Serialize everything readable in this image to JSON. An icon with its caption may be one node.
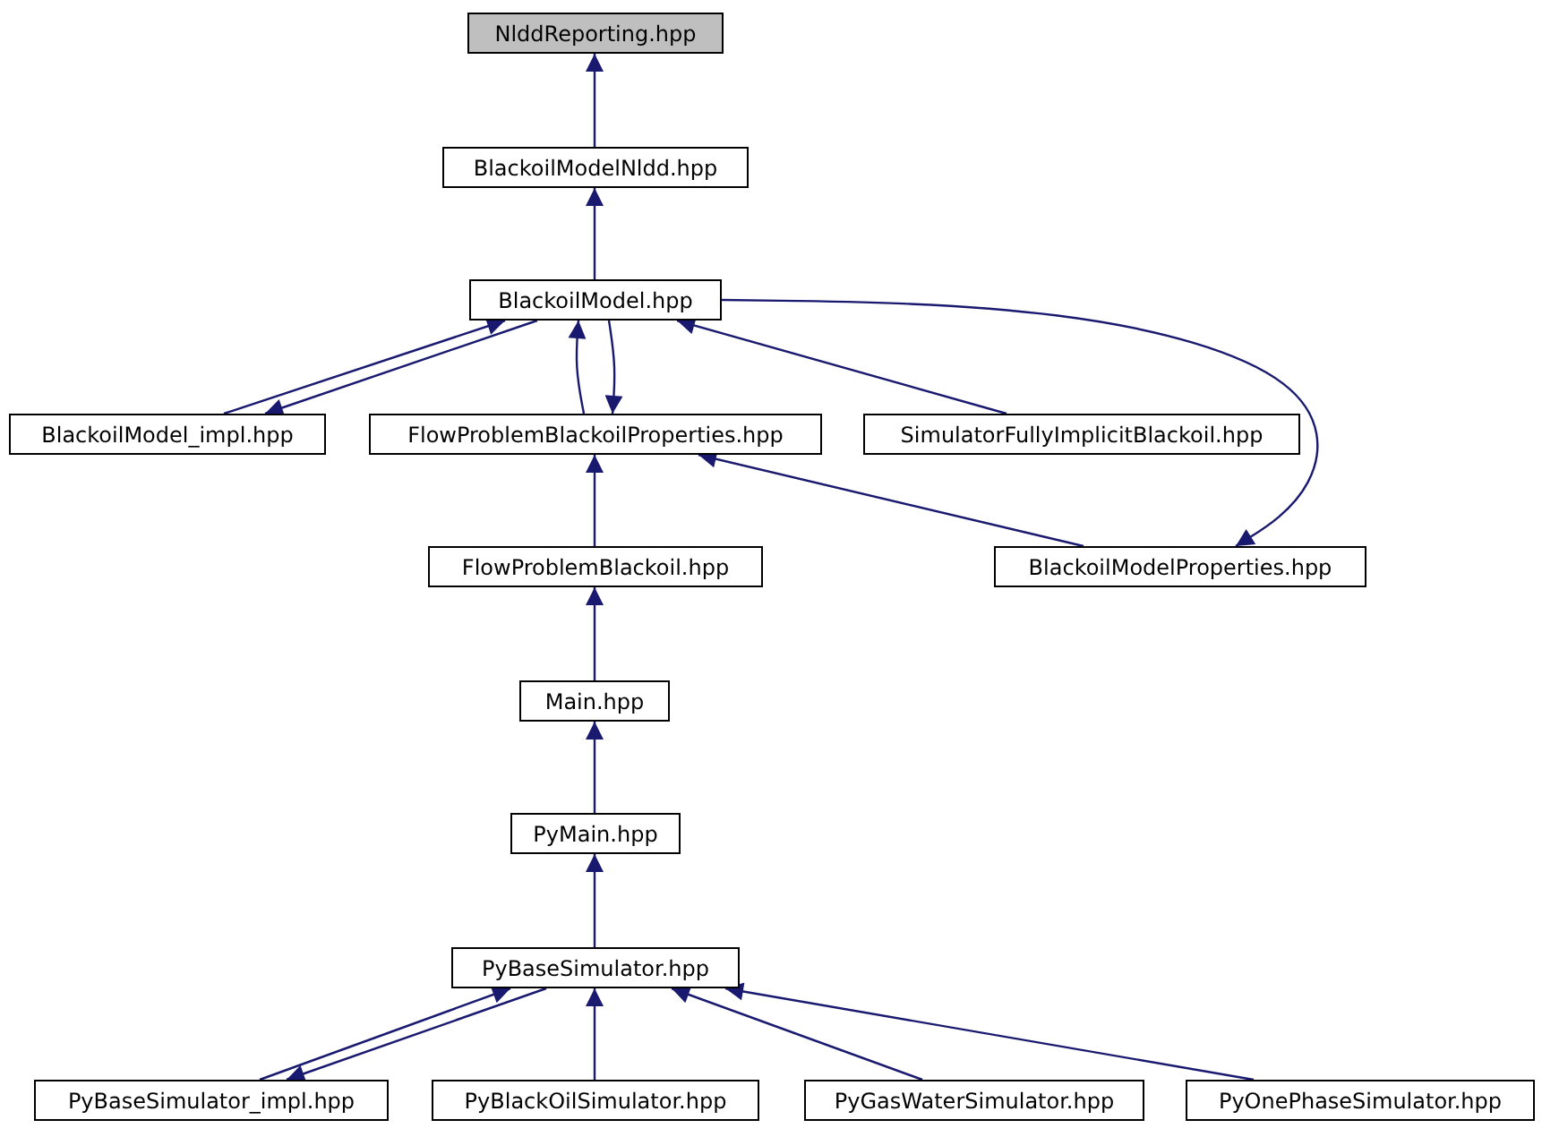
{
  "diagram": {
    "nodes": [
      {
        "text": [
          "NlddReporting.hpp"
        ]
      },
      {
        "text": [
          "BlackoilModelNldd.hpp"
        ]
      },
      {
        "text": [
          "BlackoilModel.hpp"
        ]
      },
      {
        "text": [
          "BlackoilModel_impl.hpp"
        ]
      },
      {
        "text": [
          "FlowProblemBlackoilProperties.hpp"
        ]
      },
      {
        "text": [
          "SimulatorFullyImplicitBlackoil.hpp"
        ]
      },
      {
        "text": [
          "FlowProblemBlackoil.hpp"
        ]
      },
      {
        "text": [
          "BlackoilModelProperties.hpp"
        ]
      },
      {
        "text": [
          "Main.hpp"
        ]
      },
      {
        "text": [
          "PyMain.hpp"
        ]
      },
      {
        "text": [
          "PyBaseSimulator.hpp"
        ]
      },
      {
        "text": [
          "PyBaseSimulator_impl.hpp"
        ]
      },
      {
        "text": [
          "PyBlackOilSimulator.hpp"
        ]
      },
      {
        "text": [
          "PyGasWaterSimulator.hpp"
        ]
      },
      {
        "text": [
          "PyOnePhaseSimulator.hpp"
        ]
      }
    ],
    "edges": [
      {
        "from": 1,
        "to": 0,
        "arrow": "to"
      },
      {
        "from": 2,
        "to": 1,
        "arrow": "to"
      },
      {
        "from": 3,
        "to": 2,
        "arrow": "to"
      },
      {
        "from": 2,
        "to": 3,
        "arrow": "to"
      },
      {
        "from": 4,
        "to": 2,
        "arrow": "to"
      },
      {
        "from": 2,
        "to": 4,
        "arrow": "to"
      },
      {
        "from": 5,
        "to": 2,
        "arrow": "to"
      },
      {
        "from": 2,
        "to": 7,
        "arrow": "to"
      },
      {
        "from": 7,
        "to": 4,
        "arrow": "to"
      },
      {
        "from": 6,
        "to": 4,
        "arrow": "to"
      },
      {
        "from": 8,
        "to": 6,
        "arrow": "to"
      },
      {
        "from": 9,
        "to": 8,
        "arrow": "to"
      },
      {
        "from": 10,
        "to": 9,
        "arrow": "to"
      },
      {
        "from": 11,
        "to": 10,
        "arrow": "to"
      },
      {
        "from": 10,
        "to": 11,
        "arrow": "to"
      },
      {
        "from": 12,
        "to": 10,
        "arrow": "to"
      },
      {
        "from": 13,
        "to": 10,
        "arrow": "to"
      },
      {
        "from": 14,
        "to": 10,
        "arrow": "to"
      }
    ]
  }
}
